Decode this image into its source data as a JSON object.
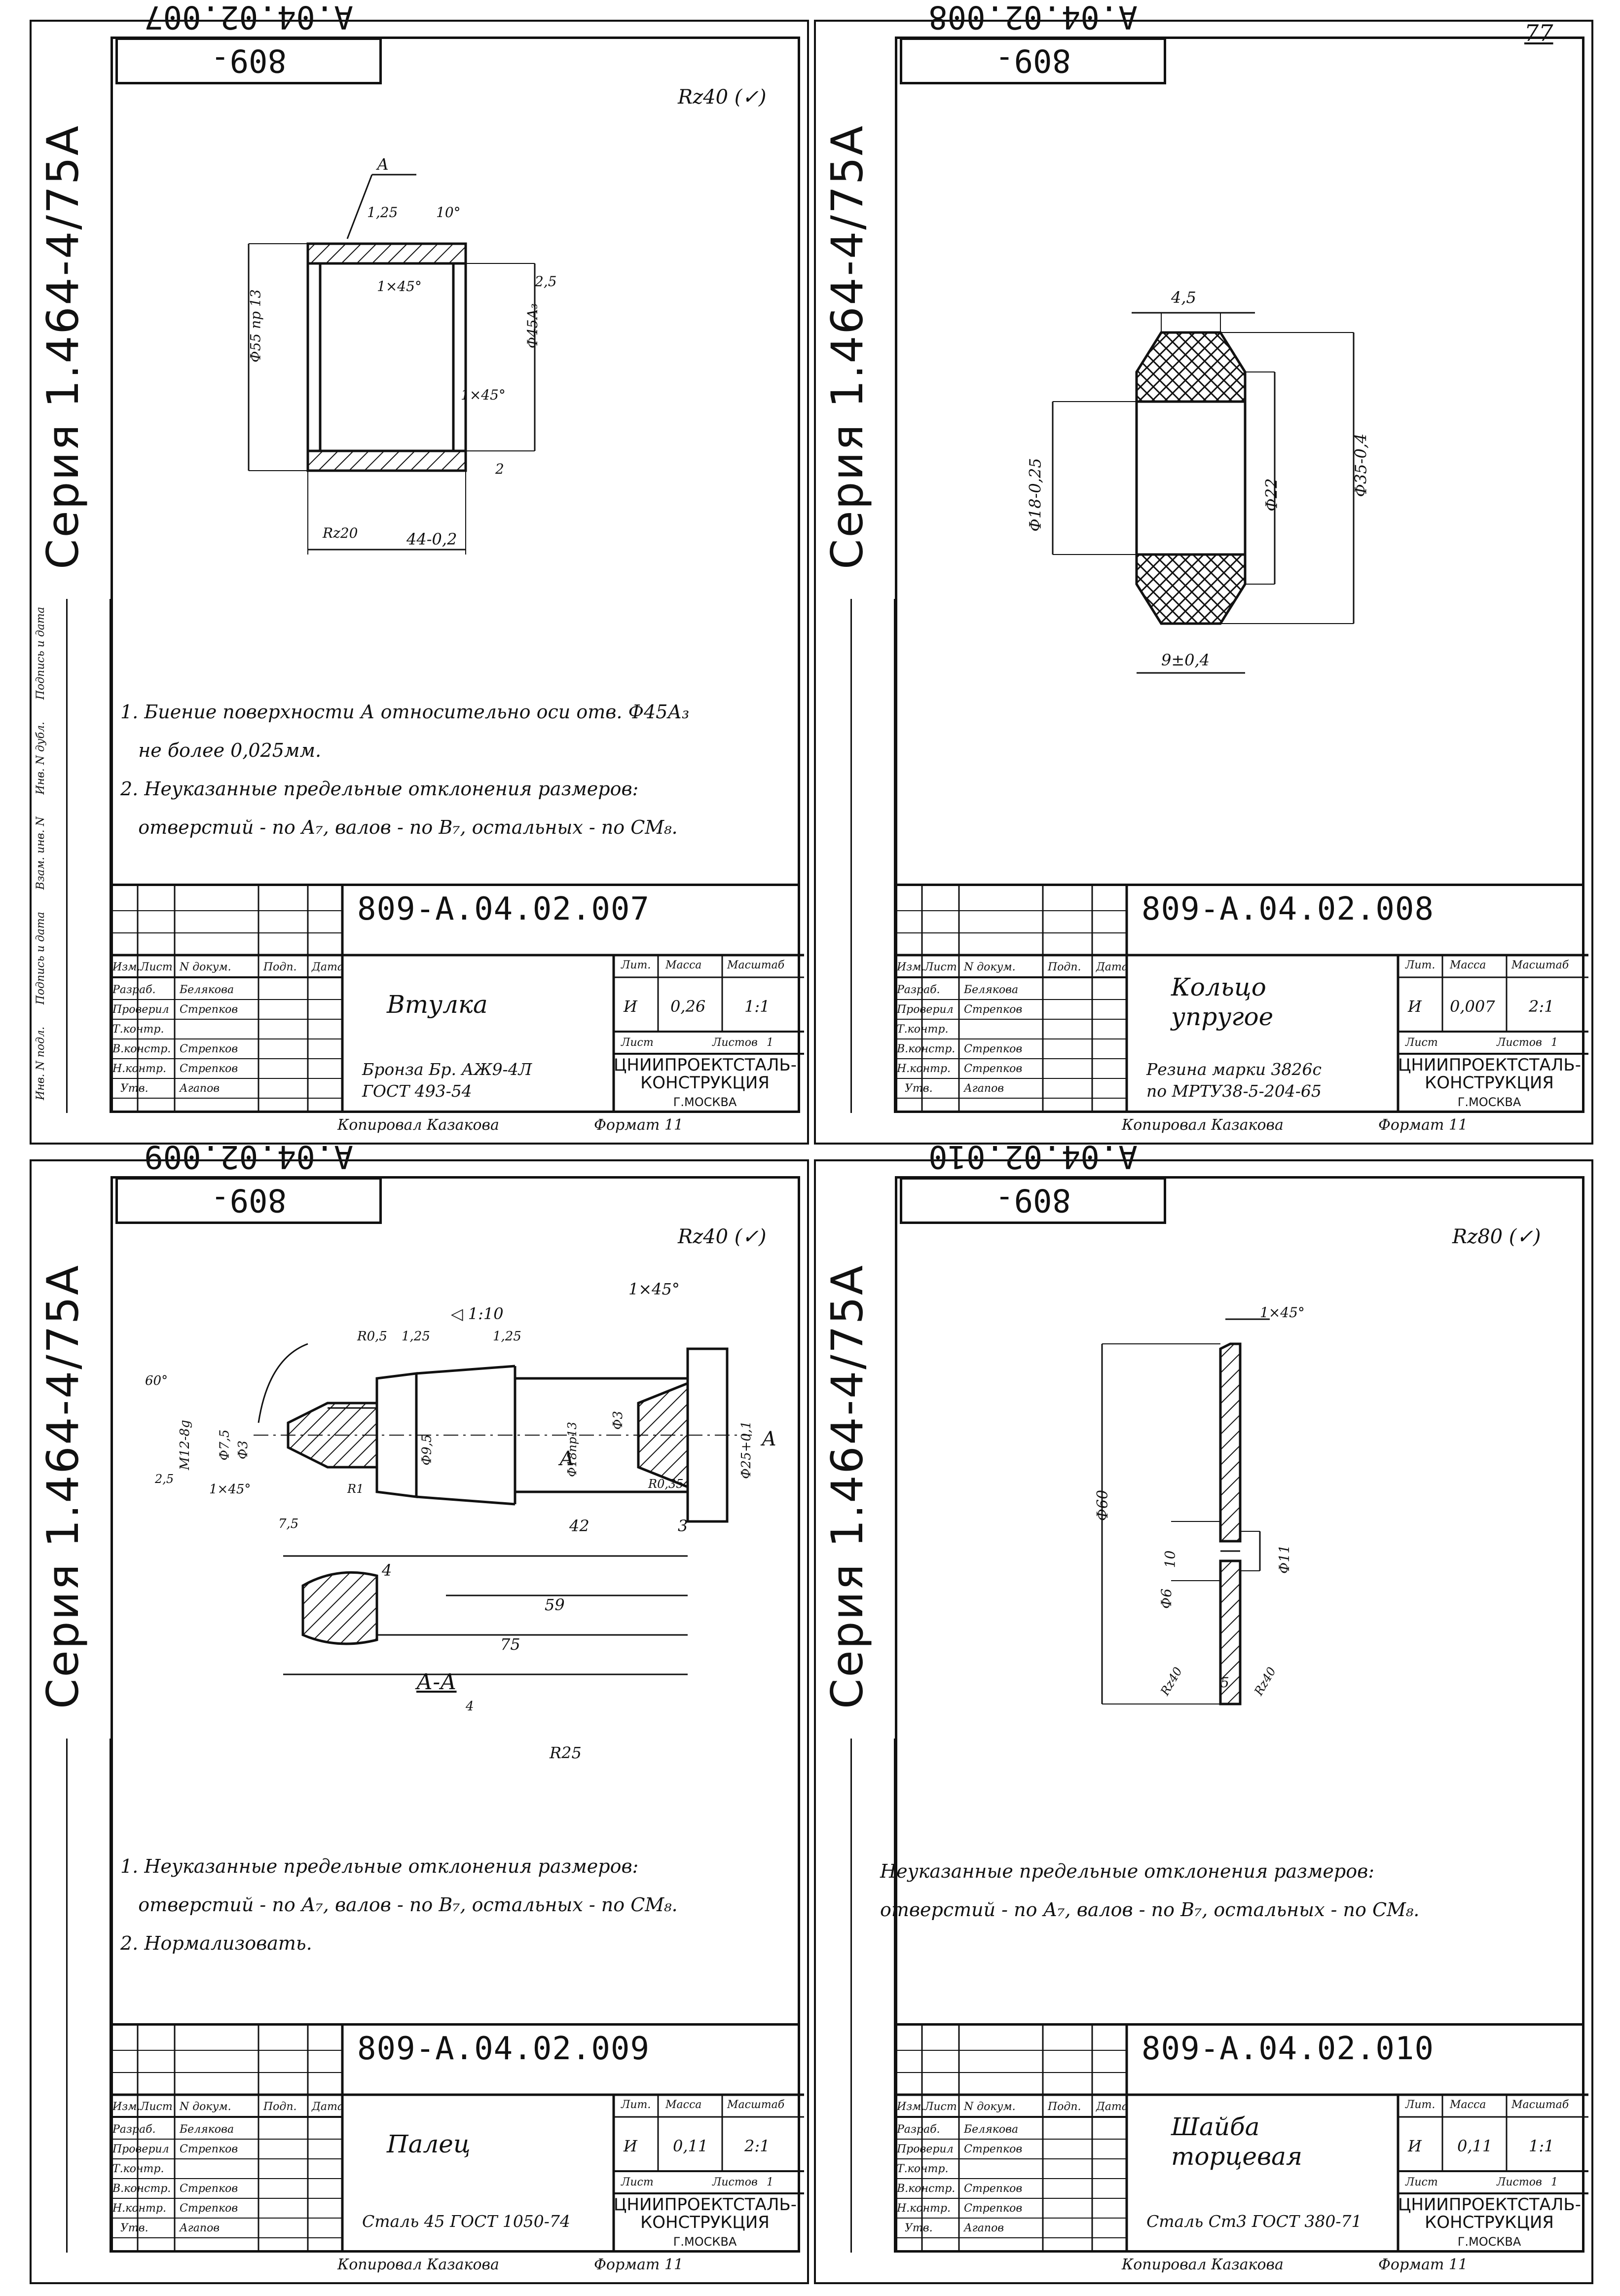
{
  "page": {
    "page_number": "77",
    "series": "Серия 1.464-4/75А"
  },
  "side_stamp": [
    "Инв. N подл.",
    "Подпись и дата",
    "Взам. инв. N",
    "Инв. N дубл.",
    "Подпись и дата"
  ],
  "titleblock_headers": {
    "lit": "Лит.",
    "mass": "Масса",
    "scale": "Масштаб",
    "sheet": "Лист",
    "sheets": "Листов",
    "izm": "Изм.",
    "list": "Лист",
    "ndoc": "N докум.",
    "podp": "Подп.",
    "data": "Дата"
  },
  "roles": [
    "Разраб.",
    "Проверил",
    "Т.контр.",
    "В.констр.",
    "Н.контр.",
    "Утв."
  ],
  "people": [
    "Белякова",
    "Стрепков",
    "",
    "Стрепков",
    "Стрепков",
    "Агапов"
  ],
  "organization": {
    "line1": "ЦНИИПРОЕКТСТАЛЬ-",
    "line2": "КОНСТРУКЦИЯ",
    "city": "Г.МОСКВА"
  },
  "copied_by": "Копировал  Казакова",
  "format": "Формат 11",
  "sheets": [
    {
      "code": "809-А.04.02.007",
      "name_line1": "Втулка",
      "name_line2": "",
      "material_line1": "Бронза Бр. АЖ9-4Л",
      "material_line2": "ГОСТ 493-54",
      "lit": "И",
      "mass": "0,26",
      "scale": "1:1",
      "sheets_total": "1",
      "roughness": "Rz40 (✓)",
      "notes": "1. Биение поверхности А относительно оси отв. Ф45А₃\n   не более 0,025мм.\n2. Неуказанные предельные отклонения размеров:\n   отверстий - по А₇, валов - по В₇, остальных - по СМ₈.",
      "dims": [
        "А",
        "1,25",
        "10°",
        "1×45°",
        "2,5",
        "Ф55 пр 13",
        "Ф45А₃",
        "1×45°",
        "2",
        "Rz20",
        "44-0,2"
      ]
    },
    {
      "code": "809-А.04.02.008",
      "name_line1": "Кольцо",
      "name_line2": "упругое",
      "material_line1": "Резина марки 3826с",
      "material_line2": "по МРТУ38-5-204-65",
      "lit": "И",
      "mass": "0,007",
      "scale": "2:1",
      "sheets_total": "1",
      "roughness": "",
      "notes": "",
      "dims": [
        "4,5",
        "Ф18-0,25",
        "Ф22",
        "Ф35-0,4",
        "9±0,4"
      ]
    },
    {
      "code": "809-А.04.02.009",
      "name_line1": "Палец",
      "name_line2": "",
      "material_line1": "Сталь 45 ГОСТ 1050-74",
      "material_line2": "",
      "lit": "И",
      "mass": "0,11",
      "scale": "2:1",
      "sheets_total": "1",
      "roughness": "Rz40 (✓)",
      "notes": "1. Неуказанные предельные отклонения размеров:\n   отверстий - по А₇, валов - по В₇, остальных - по СМ₈.\n2. Нормализовать.",
      "dims": [
        "◁ 1:10",
        "1×45°",
        "R0,5",
        "1,25",
        "1,25",
        "60°",
        "M12-8g",
        "Ф7,5",
        "Ф3",
        "Ф9,5",
        "Ф18пр13",
        "Ф3",
        "Ф25+0,1",
        "А",
        "А",
        "2,5",
        "1×45°",
        "7,5",
        "R1",
        "R0,35",
        "42",
        "3",
        "4",
        "59",
        "75",
        "А-А",
        "4",
        "R25"
      ]
    },
    {
      "code": "809-А.04.02.010",
      "name_line1": "Шайба",
      "name_line2": "торцевая",
      "material_line1": "Сталь Ст3 ГОСТ 380-71",
      "material_line2": "",
      "lit": "И",
      "mass": "0,11",
      "scale": "1:1",
      "sheets_total": "1",
      "roughness": "Rz80 (✓)",
      "notes": "Неуказанные предельные отклонения размеров:\nотверстий - по А₇, валов - по В₇, остальных - по СМ₈.",
      "dims": [
        "1×45°",
        "Ф60",
        "10",
        "Ф11",
        "Ф6",
        "Rz40",
        "5",
        "Rz40"
      ]
    }
  ]
}
